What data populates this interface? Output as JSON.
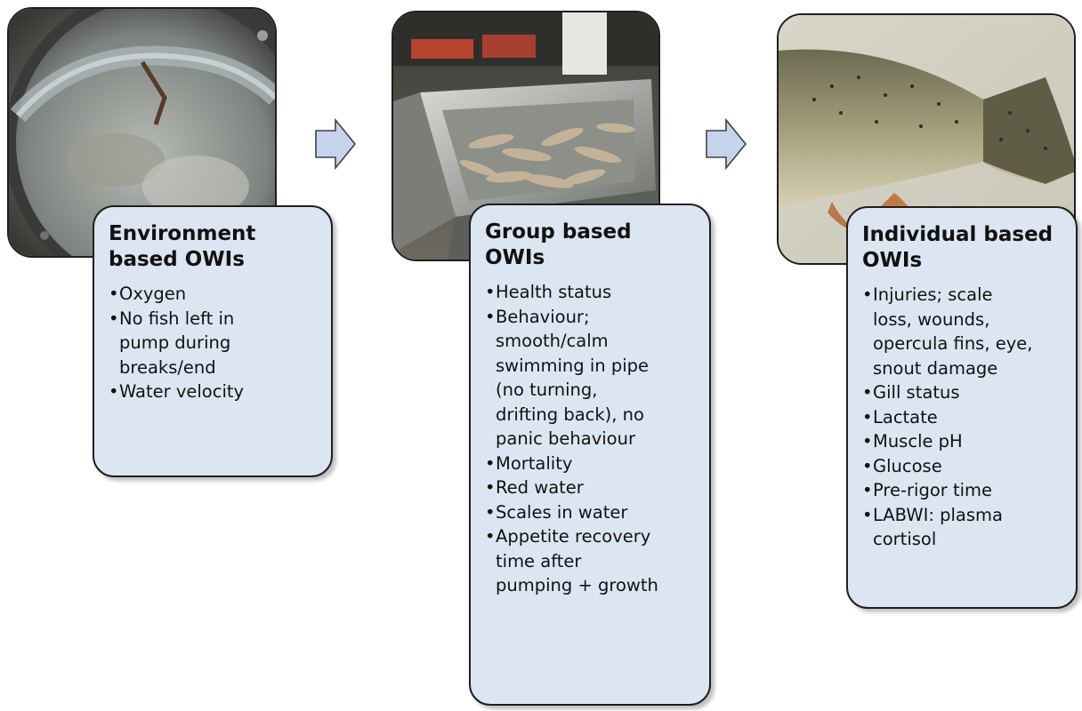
{
  "steps": [
    {
      "title": "Environment\nbased OWIs",
      "items": [
        "Oxygen",
        "No fish left in\npump during\nbreaks/end",
        "Water velocity"
      ]
    },
    {
      "title": "Group based\nOWIs",
      "items": [
        "Health status",
        "Behaviour;\nsmooth/calm\nswimming in pipe\n(no turning,\ndrifting back), no\npanic behaviour",
        "Mortality",
        "Red water",
        "Scales in water",
        "Appetite recovery\ntime after\npumping + growth"
      ]
    },
    {
      "title": "Individual based\nOWIs",
      "items": [
        "Injuries; scale\nloss, wounds,\nopercula fins, eye,\nsnout damage",
        "Gill status",
        "Lactate",
        "Muscle pH",
        "Glucose",
        "Pre-rigor time",
        "LABWI: plasma\ncortisol"
      ]
    }
  ],
  "bullet_char": "•",
  "colors": {
    "card_fill": "#dce6f2",
    "card_border": "#1f1f1f",
    "arrow_fill": "#c5d4ea",
    "arrow_stroke": "#404040"
  },
  "images": [
    {
      "icon": "pump-window-photo"
    },
    {
      "icon": "fish-tank-photo"
    },
    {
      "icon": "fish-tail-photo"
    }
  ]
}
